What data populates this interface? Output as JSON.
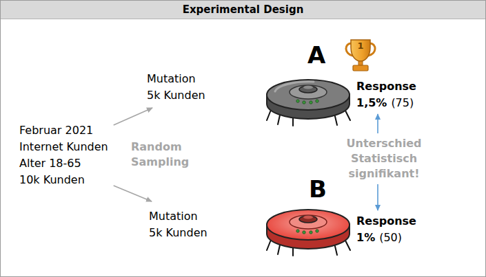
{
  "diagram": {
    "title": "Experimental Design",
    "nodes": [
      {
        "text": [
          "Februar 2021",
          "Internet Kunden",
          "Alter 18-65",
          "10k Kunden"
        ]
      },
      {
        "text": [
          "Mutation",
          "5k Kunden"
        ]
      },
      {
        "text": [
          "Mutation",
          "5k Kunden"
        ]
      },
      {
        "text": [
          "Response",
          "1,5%",
          "(75)"
        ]
      },
      {
        "text": [
          "Unterschied Statistisch signifikant!"
        ]
      },
      {
        "text": [
          "Response",
          "1%",
          "(50)"
        ]
      }
    ],
    "edges": [
      {
        "from": 0,
        "to": 1,
        "arrow": "to"
      },
      {
        "from": 0,
        "to": 2,
        "arrow": "to"
      },
      {
        "from": 4,
        "to": 3,
        "arrow": "to"
      },
      {
        "from": 4,
        "to": 5,
        "arrow": "to"
      }
    ],
    "labels": [
      "A",
      "1",
      "Random Sampling",
      "B"
    ]
  }
}
